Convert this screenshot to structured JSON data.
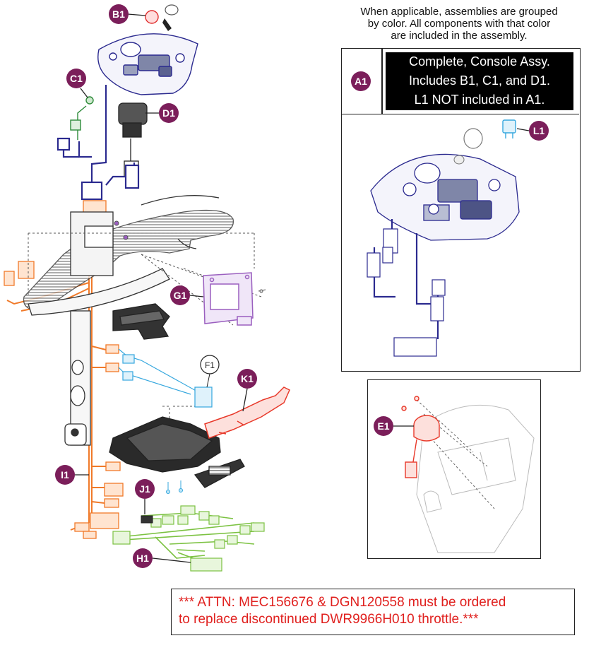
{
  "note": {
    "lines": [
      "When applicable, assemblies are grouped",
      "by color. All components with that color",
      "are included in the assembly."
    ]
  },
  "assembly_box": {
    "id": "A1",
    "lines": [
      "Complete, Console Assy.",
      "Includes B1, C1, and D1.",
      "L1 NOT included in A1."
    ]
  },
  "callouts": {
    "B1": "B1",
    "C1": "C1",
    "D1": "D1",
    "L1": "L1",
    "E1": "E1",
    "G1": "G1",
    "F1": "F1",
    "K1": "K1",
    "I1": "I1",
    "J1": "J1",
    "H1": "H1"
  },
  "attention": {
    "lines": [
      "*** ATTN: MEC156676 & DGN120558 must be ordered",
      "to replace discontinued DWR9966H010 throttle.***"
    ]
  },
  "colors": {
    "callout_fill": "#7b1e5a",
    "console_wiring": "#2b2a8f",
    "c1_green": "#2e8b3a",
    "orange_harness": "#f07a2a",
    "blue_harness": "#35a7de",
    "green_harness": "#7cc242",
    "red_throttle": "#e8392a",
    "purple_module": "#9a5fbf",
    "attn_text": "#e0201e"
  }
}
